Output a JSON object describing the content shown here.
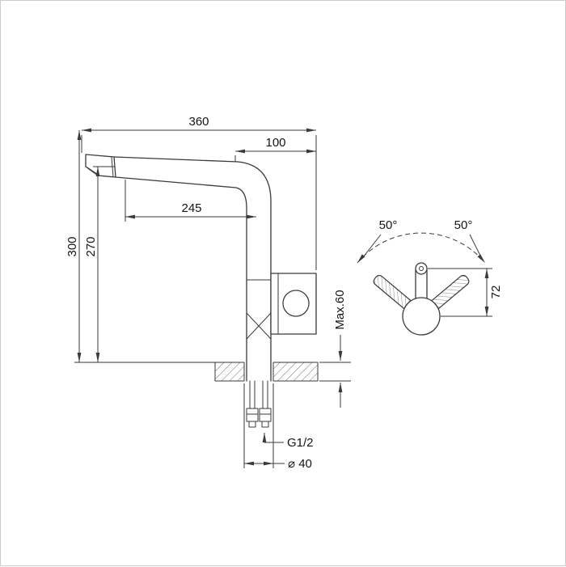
{
  "colors": {
    "background": "#ffffff",
    "line": "#3a3a3a",
    "hatch": "#7a7a7a",
    "text": "#141414",
    "frame": "#cccccc"
  },
  "side_view": {
    "dimensions": {
      "total_width": "360",
      "body_offset": "100",
      "spout_reach": "245",
      "total_height": "300",
      "spout_height": "270",
      "max_mount_thickness": "Max.60",
      "connection_thread": "G1/2",
      "hole_diameter": "⌀ 40"
    }
  },
  "top_view": {
    "dimensions": {
      "swing_angle_left": "50°",
      "swing_angle_right": "50°",
      "spout_offset": "72"
    }
  }
}
